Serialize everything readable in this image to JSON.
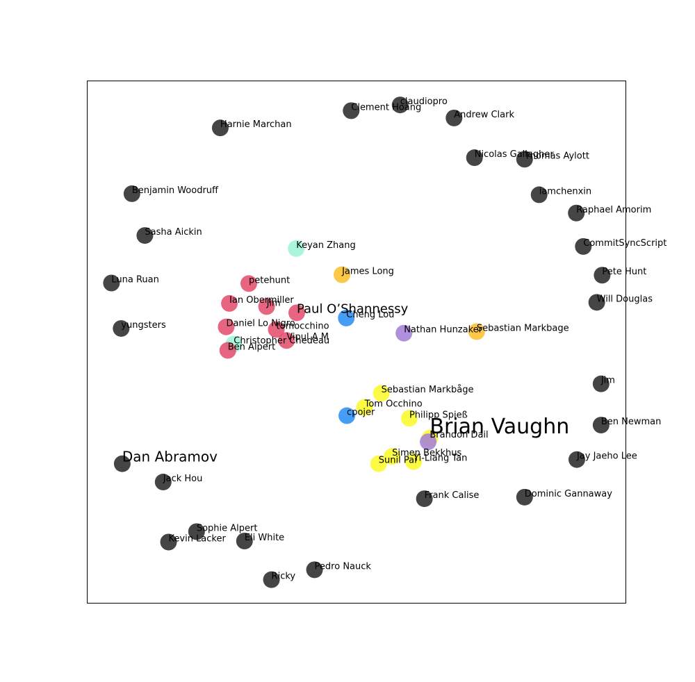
{
  "chart_data": {
    "type": "scatter",
    "title": "",
    "xlabel": "",
    "ylabel": "",
    "xlim": [
      0,
      100
    ],
    "ylim": [
      0,
      100
    ],
    "grid": false,
    "axes_ticks": false,
    "colors": {
      "gray": "#2b2b2b",
      "red": "#e5506f",
      "mint": "#9ef5d8",
      "orange": "#fbc02d",
      "blue": "#2b8ff5",
      "purple": "#a57fd6",
      "yellow": "#fbfb2b"
    },
    "highlight_labels": [
      {
        "text": "Brian Vaughn",
        "x": 63.6,
        "y": 32.5,
        "size": "xlarge"
      },
      {
        "text": "Dan Abramov",
        "x": 6.5,
        "y": 27.1,
        "size": "large"
      },
      {
        "text": "Paul O’Shannessy",
        "x": 38.9,
        "y": 55.6,
        "size": "medium"
      }
    ],
    "points": [
      {
        "label": "claudiopro",
        "x": 58.1,
        "y": 95.4,
        "color": "gray"
      },
      {
        "label": "Clement Hoang",
        "x": 49.0,
        "y": 94.3,
        "color": "gray"
      },
      {
        "label": "Andrew Clark",
        "x": 68.1,
        "y": 92.9,
        "color": "gray"
      },
      {
        "label": "Harnie Marchan",
        "x": 24.7,
        "y": 91.0,
        "color": "gray"
      },
      {
        "label": "Nicolas Gallagher",
        "x": 71.9,
        "y": 85.3,
        "color": "gray"
      },
      {
        "label": "Thomas Aylott",
        "x": 81.2,
        "y": 85.0,
        "color": "gray"
      },
      {
        "label": "iamchenxin",
        "x": 83.9,
        "y": 78.2,
        "color": "gray"
      },
      {
        "label": "Benjamin Woodruff",
        "x": 8.3,
        "y": 78.4,
        "color": "gray"
      },
      {
        "label": "Raphael Amorim",
        "x": 90.8,
        "y": 74.7,
        "color": "gray"
      },
      {
        "label": "Sasha Aickin",
        "x": 10.7,
        "y": 70.4,
        "color": "gray"
      },
      {
        "label": "CommitSyncScript",
        "x": 92.1,
        "y": 68.3,
        "color": "gray"
      },
      {
        "label": "Keyan Zhang",
        "x": 38.8,
        "y": 67.9,
        "color": "mint"
      },
      {
        "label": "Pete Hunt",
        "x": 95.6,
        "y": 62.8,
        "color": "gray"
      },
      {
        "label": "James Long",
        "x": 47.3,
        "y": 62.9,
        "color": "orange"
      },
      {
        "label": "Luna Ruan",
        "x": 4.5,
        "y": 61.3,
        "color": "gray"
      },
      {
        "label": "petehunt",
        "x": 30.0,
        "y": 61.2,
        "color": "red"
      },
      {
        "label": "Will Douglas",
        "x": 94.6,
        "y": 57.6,
        "color": "gray"
      },
      {
        "label": "Ian Obermiller",
        "x": 26.4,
        "y": 57.4,
        "color": "red"
      },
      {
        "label": "Jim",
        "x": 33.3,
        "y": 56.8,
        "color": "red"
      },
      {
        "label": "Paul O’Shannessy",
        "x": 38.9,
        "y": 55.6,
        "color": "red",
        "hide_label": true
      },
      {
        "label": "Cheng Lou",
        "x": 48.1,
        "y": 54.6,
        "color": "blue"
      },
      {
        "label": "yungsters",
        "x": 6.3,
        "y": 52.6,
        "color": "gray"
      },
      {
        "label": "Daniel Lo Nigro",
        "x": 25.8,
        "y": 52.9,
        "color": "red"
      },
      {
        "label": "tomocchino",
        "x": 35.1,
        "y": 52.4,
        "color": "red"
      },
      {
        "label": "Nathan Hunzaker",
        "x": 58.8,
        "y": 51.7,
        "color": "purple"
      },
      {
        "label": "Sebastian Markbage",
        "x": 72.3,
        "y": 52.0,
        "color": "orange"
      },
      {
        "label": "Vipul A M",
        "x": 37.0,
        "y": 50.3,
        "color": "red"
      },
      {
        "label": "Christopher Chedeau",
        "x": 27.2,
        "y": 49.6,
        "color": "mint"
      },
      {
        "label": "Ben Alpert",
        "x": 26.1,
        "y": 48.4,
        "color": "red"
      },
      {
        "label": "Jim",
        "x": 95.4,
        "y": 42.0,
        "color": "gray"
      },
      {
        "label": "Sebastian Markbåge",
        "x": 54.6,
        "y": 40.2,
        "color": "yellow"
      },
      {
        "label": "Tom Occhino",
        "x": 51.5,
        "y": 37.5,
        "color": "yellow"
      },
      {
        "label": "cpojer",
        "x": 48.2,
        "y": 35.9,
        "color": "blue"
      },
      {
        "label": "Philipp Spieß",
        "x": 59.8,
        "y": 35.4,
        "color": "yellow"
      },
      {
        "label": "Ben Newman",
        "x": 95.4,
        "y": 34.1,
        "color": "gray"
      },
      {
        "label": "Brandon Dail",
        "x": 63.6,
        "y": 31.6,
        "color": "yellow"
      },
      {
        "label": "Brian Vaughn",
        "x": 63.3,
        "y": 30.9,
        "color": "purple",
        "hide_label": true
      },
      {
        "label": "Simen Bekkhus",
        "x": 56.6,
        "y": 28.1,
        "color": "yellow"
      },
      {
        "label": "Sunil Pai",
        "x": 54.1,
        "y": 26.7,
        "color": "yellow"
      },
      {
        "label": "Yi-Liang Tan",
        "x": 60.6,
        "y": 27.1,
        "color": "yellow"
      },
      {
        "label": "Jay Jaeho Lee",
        "x": 90.9,
        "y": 27.5,
        "color": "gray"
      },
      {
        "label": "Dan Abramov",
        "x": 6.5,
        "y": 26.7,
        "color": "gray",
        "hide_label": true
      },
      {
        "label": "Jack Hou",
        "x": 14.1,
        "y": 23.2,
        "color": "gray"
      },
      {
        "label": "Frank Calise",
        "x": 62.6,
        "y": 20.0,
        "color": "gray"
      },
      {
        "label": "Dominic Gannaway",
        "x": 81.2,
        "y": 20.3,
        "color": "gray"
      },
      {
        "label": "Sophie Alpert",
        "x": 20.3,
        "y": 13.7,
        "color": "gray"
      },
      {
        "label": "Kevin Lacker",
        "x": 15.1,
        "y": 11.7,
        "color": "gray"
      },
      {
        "label": "Eli White",
        "x": 29.2,
        "y": 11.9,
        "color": "gray"
      },
      {
        "label": "Pedro Nauck",
        "x": 42.2,
        "y": 6.4,
        "color": "gray"
      },
      {
        "label": "Ricky",
        "x": 34.2,
        "y": 4.5,
        "color": "gray"
      }
    ]
  }
}
